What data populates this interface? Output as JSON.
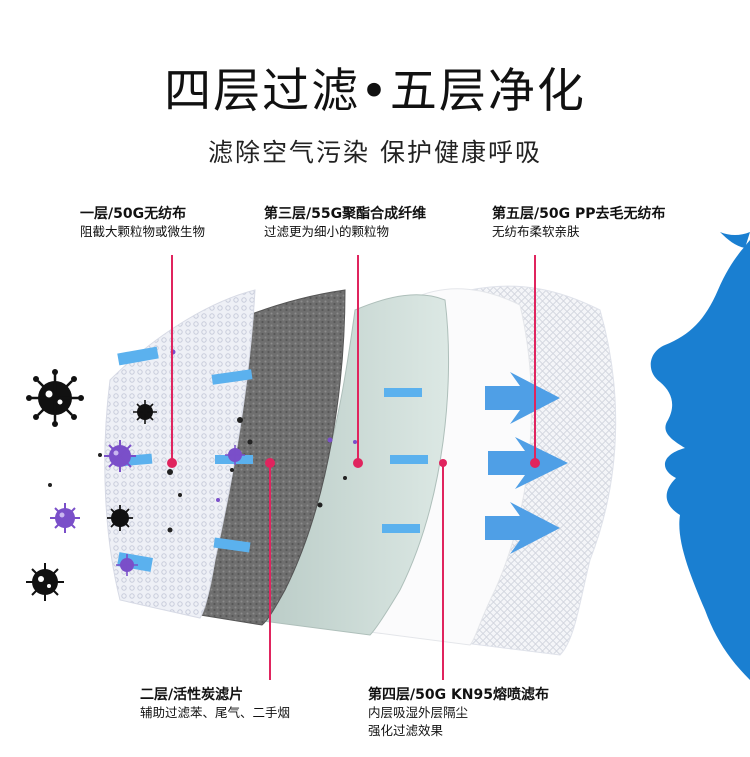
{
  "title": "四层过滤•五层净化",
  "subtitle": "滤除空气污染 保护健康呼吸",
  "layers": [
    {
      "heading": "一层/50G无纺布",
      "desc": [
        "阻截大颗粒物或微生物"
      ]
    },
    {
      "heading": "二层/活性炭滤片",
      "desc": [
        "辅助过滤苯、尾气、二手烟"
      ]
    },
    {
      "heading": "第三层/55G聚酯合成纤维",
      "desc": [
        "过滤更为细小的颗粒物"
      ]
    },
    {
      "heading": "第四层/50G KN95熔喷滤布",
      "desc": [
        "内层吸湿外层隔尘",
        "强化过滤效果"
      ]
    },
    {
      "heading": "第五层/50G PP去毛无纺布",
      "desc": [
        "无纺布柔软亲肤"
      ]
    }
  ],
  "colors": {
    "accent_line": "#e0245e",
    "face_blue": "#1a7fd1",
    "strip_blue": "#5bb1ee",
    "virus_black": "#111111",
    "virus_purple": "#7a4fc9",
    "carbon_gray": "#6b6b6b",
    "fiber_green": "#c9dbd6"
  },
  "icons": [
    "virus-icon",
    "face-profile-icon",
    "airflow-arrow-icon"
  ]
}
